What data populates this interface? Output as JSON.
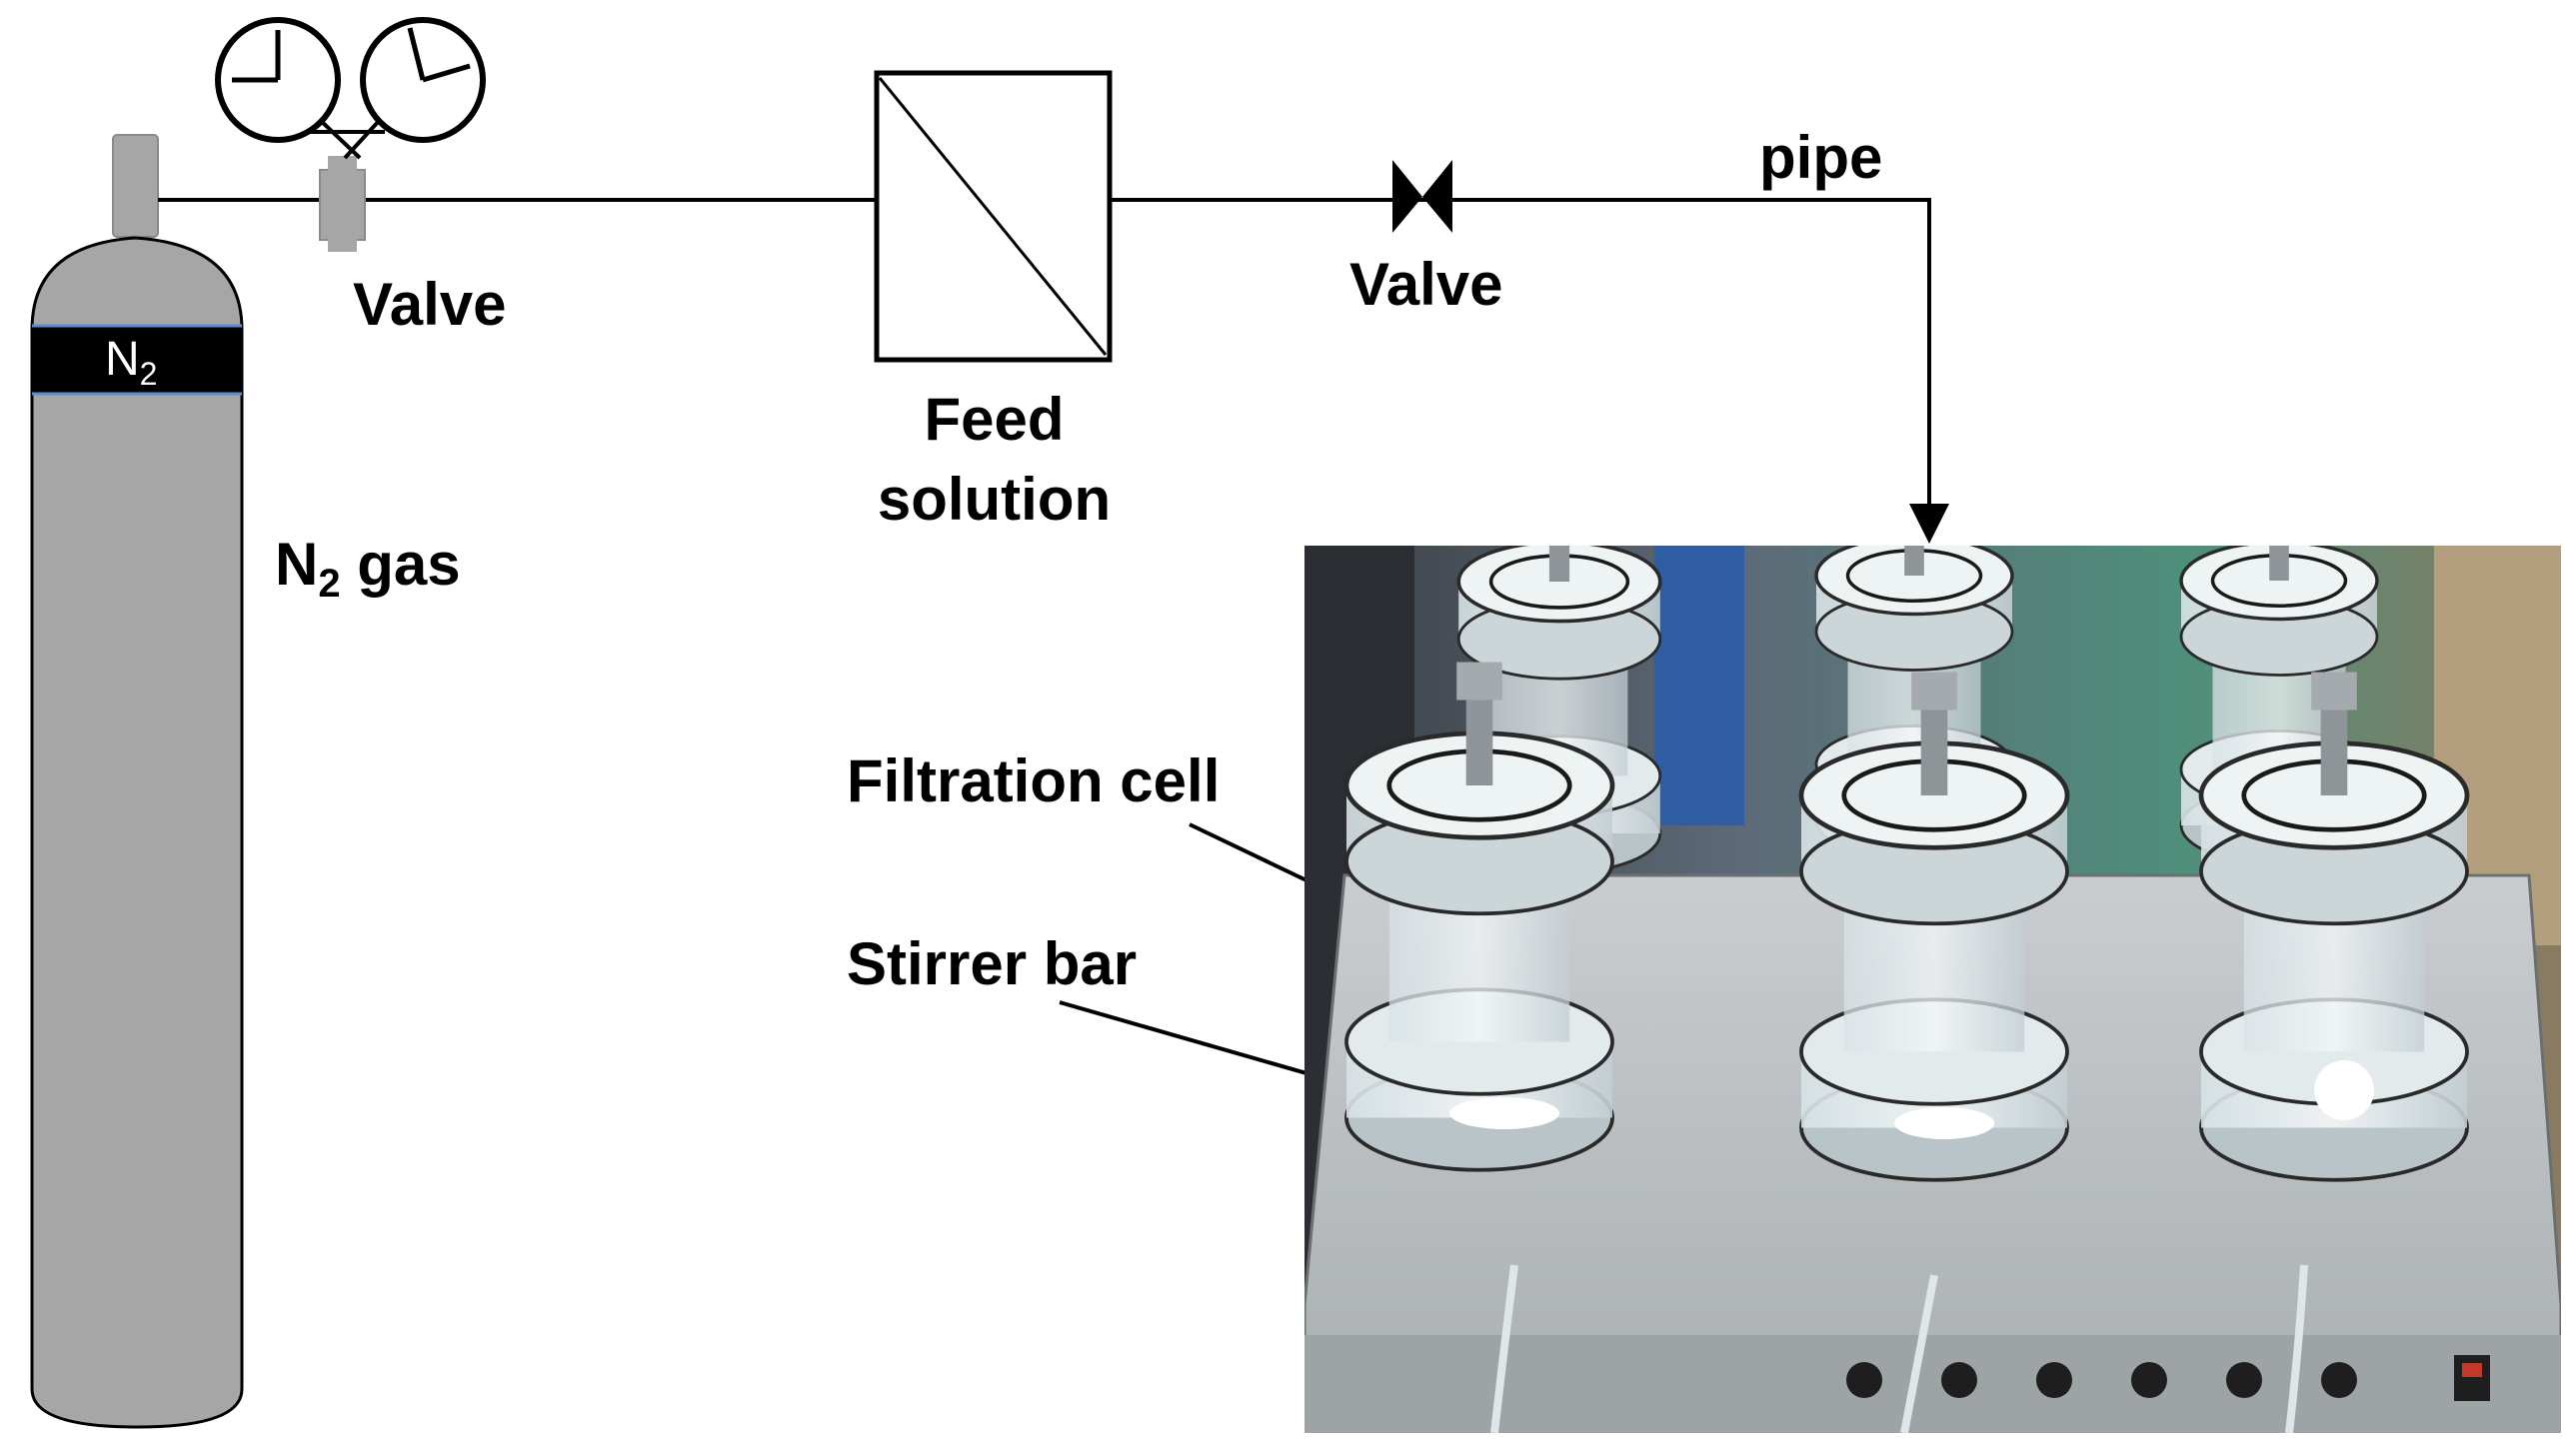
{
  "cylinder": {
    "band_label_main": "N",
    "band_label_sub": "2"
  },
  "labels": {
    "valve_left": "Valve",
    "valve_right": "Valve",
    "pipe": "pipe",
    "feed_line1": "Feed",
    "feed_line2": "solution",
    "n2_gas_main": "N",
    "n2_gas_sub": "2",
    "n2_gas_suffix": " gas",
    "filtration_cell": "Filtration cell",
    "stirrer_bar": "Stirrer bar"
  },
  "colors": {
    "cylinder_body": "#a6a6a6",
    "cylinder_band": "#000000",
    "band_edge": "#5b8bd0",
    "line": "#000000"
  }
}
